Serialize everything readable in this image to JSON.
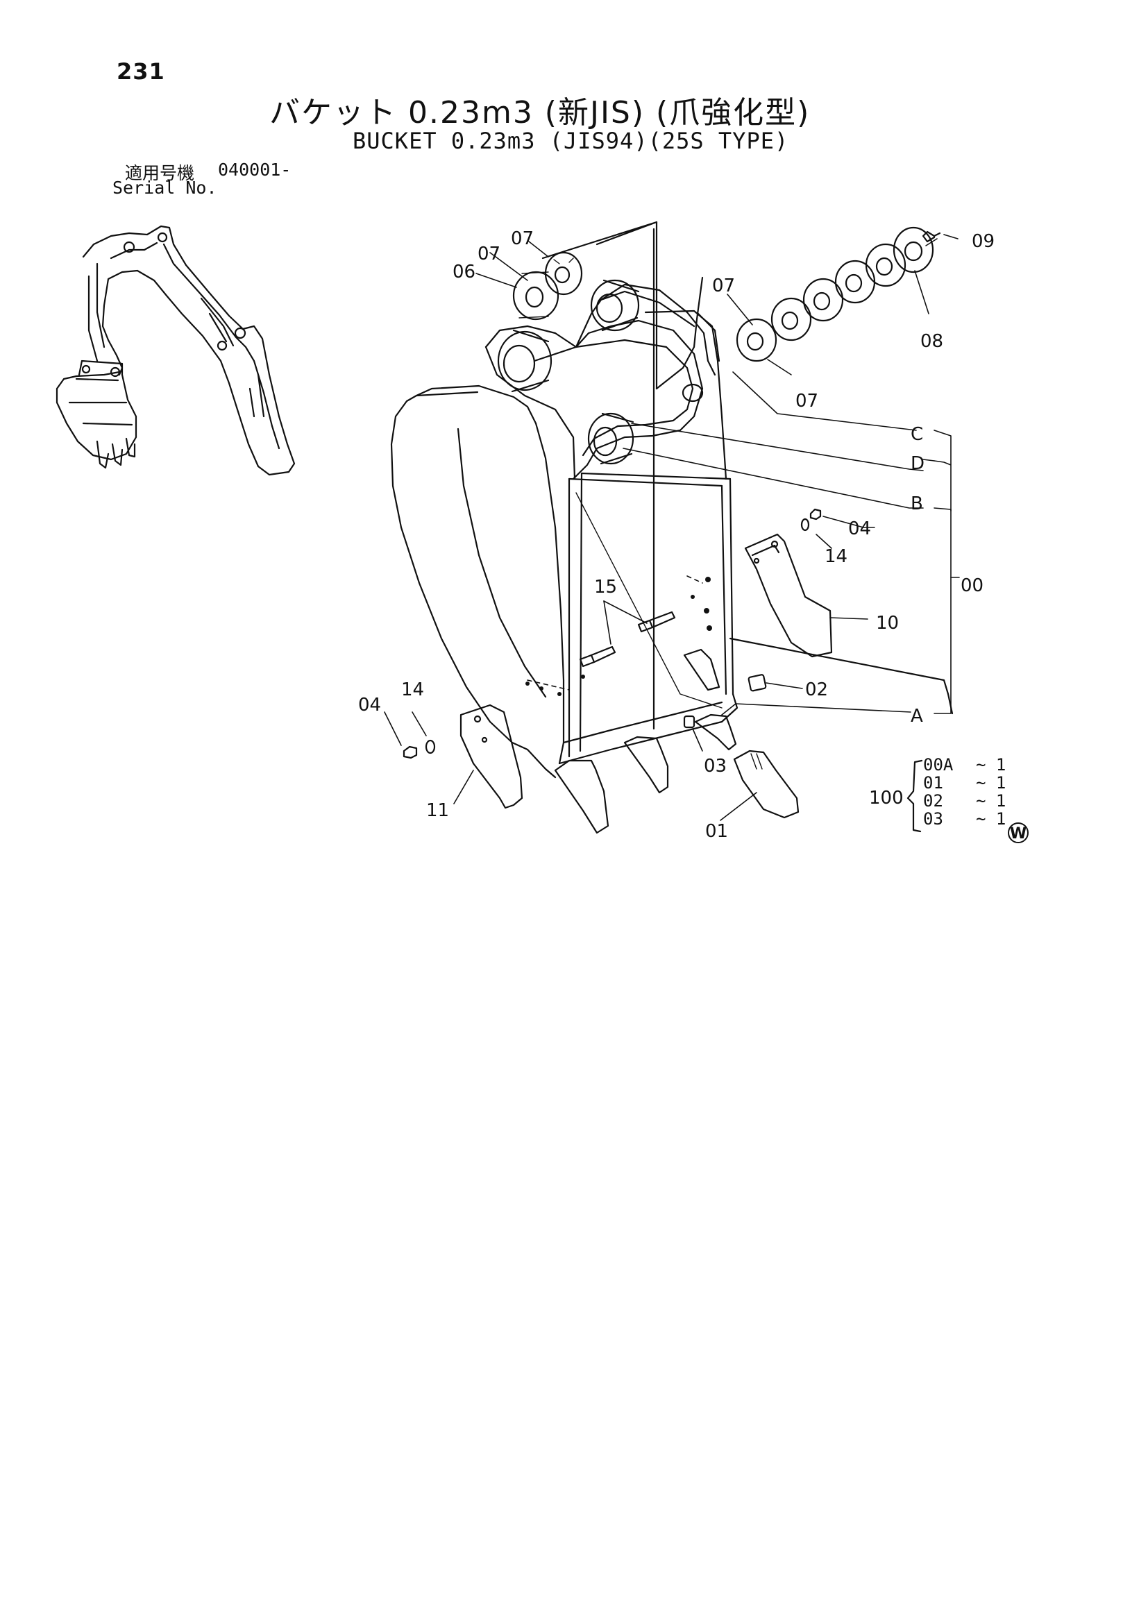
{
  "header": {
    "page_number": "231",
    "title_jp": "バケット 0.23m3 (新JIS) (爪強化型)",
    "title_en": "BUCKET 0.23m3 (JIS94)(25S TYPE)",
    "serial_label_jp": "適用号機",
    "serial_value": "040001-",
    "serial_label_en": "Serial No."
  },
  "callouts": {
    "c07_a": "07",
    "c07_b": "07",
    "c06": "06",
    "c07_c": "07",
    "c07_d": "07",
    "c09": "09",
    "c08": "08",
    "cC": "C",
    "cD": "D",
    "cB": "B",
    "c04_right": "04",
    "c14_right": "14",
    "c00": "00",
    "c15": "15",
    "c10": "10",
    "c14_left": "14",
    "c04_left": "04",
    "c02": "02",
    "cA": "A",
    "c03": "03",
    "c11": "11",
    "c01": "01"
  },
  "kit": {
    "number": "100",
    "rows": [
      {
        "part": "00A",
        "qty": "~ 1"
      },
      {
        "part": "01",
        "qty": "~ 1"
      },
      {
        "part": "02",
        "qty": "~ 1"
      },
      {
        "part": "03",
        "qty": "~ 1"
      }
    ]
  },
  "marks": {
    "w_mark": "W"
  }
}
